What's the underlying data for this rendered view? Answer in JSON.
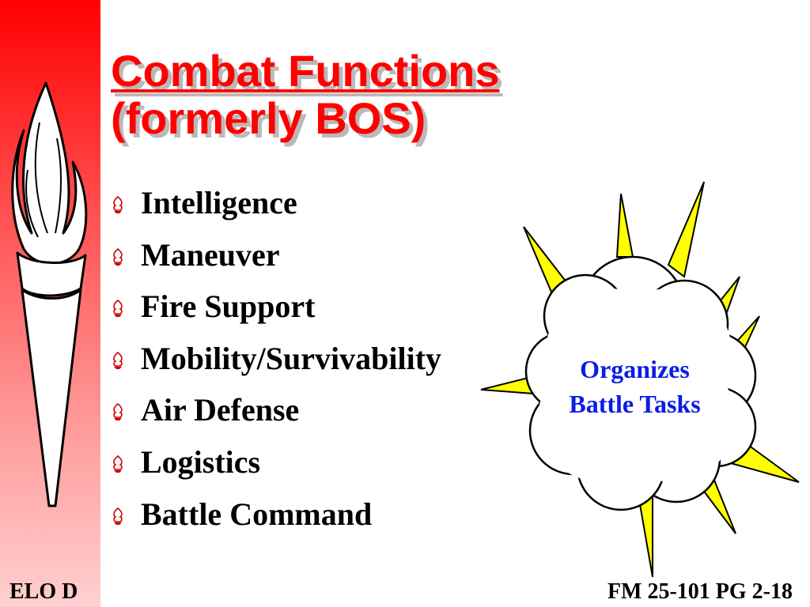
{
  "title": {
    "line1": "Combat Functions",
    "line2": "(formerly BOS)"
  },
  "bullets": [
    "Intelligence",
    "Maneuver",
    "Fire Support",
    "Mobility/Survivability",
    "Air Defense",
    "Logistics",
    "Battle Command"
  ],
  "callout": {
    "line1": "Organizes",
    "line2": "Battle Tasks"
  },
  "footer": {
    "left": "ELO D",
    "right": "FM 25-101 PG 2-18"
  },
  "colors": {
    "title": "#ff0000",
    "sidebar": "#ff0000",
    "callout_text": "#0a1ce6",
    "burst_spikes": "#ffff00"
  },
  "icons": {
    "torch": "torch-icon",
    "bullet": "flame-bullet-icon"
  }
}
